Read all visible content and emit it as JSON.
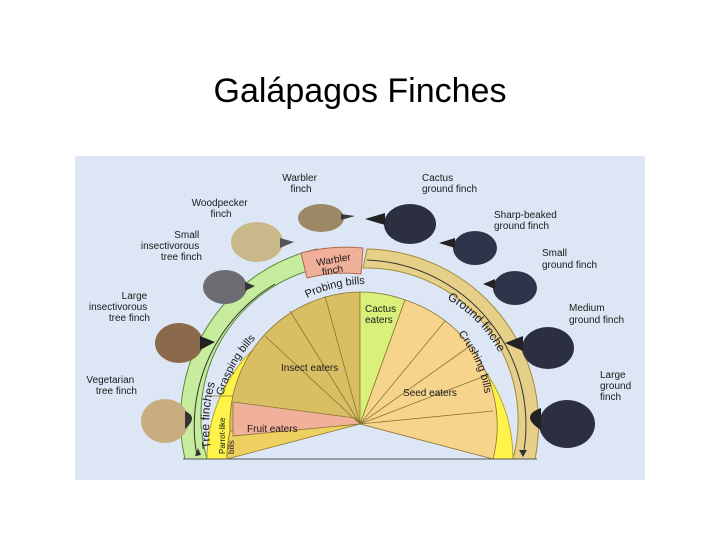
{
  "slide": {
    "title": "Galápagos Finches"
  },
  "finches": {
    "warbler": [
      "Warbler",
      "finch"
    ],
    "cactus_ground": [
      "Cactus",
      "ground finch"
    ],
    "woodpecker": [
      "Woodpecker",
      "finch"
    ],
    "sharp_beaked": [
      "Sharp-beaked",
      "ground finch"
    ],
    "small_insectivorous": [
      "Small",
      "insectivorous",
      "tree finch"
    ],
    "small_ground": [
      "Small",
      "ground finch"
    ],
    "large_insectivorous": [
      "Large",
      "insectivorous",
      "tree finch"
    ],
    "medium_ground": [
      "Medium",
      "ground finch"
    ],
    "vegetarian": [
      "Vegetarian",
      "tree finch"
    ],
    "large_ground": [
      "Large",
      "ground",
      "finch"
    ]
  },
  "groups": {
    "tree": "Tree finches",
    "ground": "Ground finches"
  },
  "bills": {
    "probing": "Probing bills",
    "grasping": "Grasping bills",
    "crushing": "Crushing bills",
    "parrot": [
      "Parrot-like",
      "bills"
    ]
  },
  "diets": {
    "warbler": [
      "Warbler",
      "finch"
    ],
    "cactus": [
      "Cactus",
      "eaters"
    ],
    "insect": "Insect eaters",
    "seed": "Seed eaters",
    "fruit": "Fruit eaters"
  },
  "colors": {
    "background": "#dde6f4",
    "tree_band": "#c8ec9e",
    "ground_band": "#e6cf88",
    "probing_band": "#fff34a",
    "insect_sector": "#d8bf63",
    "seed_sector": "#f6d48c",
    "cactus_sector": "#d9f07a",
    "fruit_box": "#f1b09a"
  }
}
